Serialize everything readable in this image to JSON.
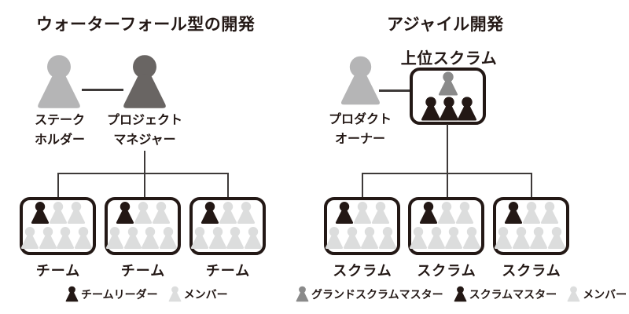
{
  "colors": {
    "text": "#231815",
    "black": "#231815",
    "dark_gray": "#696563",
    "mid_gray": "#8a8a8a",
    "light_gray": "#b5b5b6",
    "pale_gray": "#dcdddd",
    "line": "#3e3a39",
    "background": "#ffffff"
  },
  "waterfall": {
    "title": "ウォーターフォール型の開発",
    "stakeholder": {
      "line1": "ステーク",
      "line2": "ホルダー",
      "icon": "person-icon",
      "color": "#b5b5b6"
    },
    "project_manager": {
      "line1": "プロジェクト",
      "line2": "マネジャー",
      "icon": "person-icon",
      "color": "#696563"
    },
    "teams": [
      {
        "label": "チーム"
      },
      {
        "label": "チーム"
      },
      {
        "label": "チーム"
      }
    ],
    "team_composition": {
      "team_leaders": 1,
      "members": 6
    },
    "legend": [
      {
        "label": "チームリーダー",
        "icon": "person-icon",
        "color": "#231815"
      },
      {
        "label": "メンバー",
        "icon": "person-icon",
        "color": "#dcdddd"
      }
    ]
  },
  "agile": {
    "title": "アジャイル開発",
    "upper_scrum_label": "上位スクラム",
    "product_owner": {
      "line1": "プロダクト",
      "line2": "オーナー",
      "icon": "person-icon",
      "color": "#b5b5b6"
    },
    "upper_scrum_composition": {
      "grand_scrum_masters": 1,
      "scrum_masters": 3
    },
    "scrums": [
      {
        "label": "スクラム"
      },
      {
        "label": "スクラム"
      },
      {
        "label": "スクラム"
      }
    ],
    "scrum_composition": {
      "scrum_masters": 1,
      "members": 6
    },
    "legend": [
      {
        "label": "グランドスクラムマスター",
        "icon": "person-icon",
        "color": "#8a8a8a"
      },
      {
        "label": "スクラムマスター",
        "icon": "person-icon",
        "color": "#231815"
      },
      {
        "label": "メンバー",
        "icon": "person-icon",
        "color": "#dcdddd"
      }
    ]
  }
}
